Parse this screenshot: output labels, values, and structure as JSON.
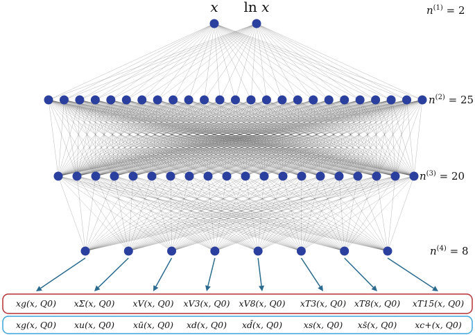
{
  "inputs": [
    {
      "label": "x"
    },
    {
      "label": "ln x"
    }
  ],
  "layers": [
    {
      "label": "n^{(1)} = 2",
      "label_text": "n(1) = 2",
      "size": 2
    },
    {
      "label": "n^{(2)} = 25",
      "label_text": "n(2) = 25",
      "size": 25
    },
    {
      "label": "n^{(3)} = 20",
      "label_text": "n(3) = 20",
      "size": 20
    },
    {
      "label": "n^{(4)} = 8",
      "label_text": "n(4) = 8",
      "size": 8
    }
  ],
  "colors": {
    "node": "#2b3f9e",
    "connection": "#444444",
    "arrow": "#2a6a8e",
    "evolution_box": "#b53030",
    "flavour_box": "#3aa3dc"
  },
  "evolution_basis": [
    "xg(x, Q0)",
    "xΣ(x, Q0)",
    "xV(x, Q0)",
    "xV3(x, Q0)",
    "xV8(x, Q0)",
    "xT3(x, Q0)",
    "xT8(x, Q0)",
    "xT15(x, Q0)"
  ],
  "flavour_basis": [
    "xg(x, Q0)",
    "xu(x, Q0)",
    "xū(x, Q0)",
    "xd(x, Q0)",
    "xd̄(x, Q0)",
    "xs(x, Q0)",
    "xs̄(x, Q0)",
    "xc+(x, Q0)"
  ]
}
